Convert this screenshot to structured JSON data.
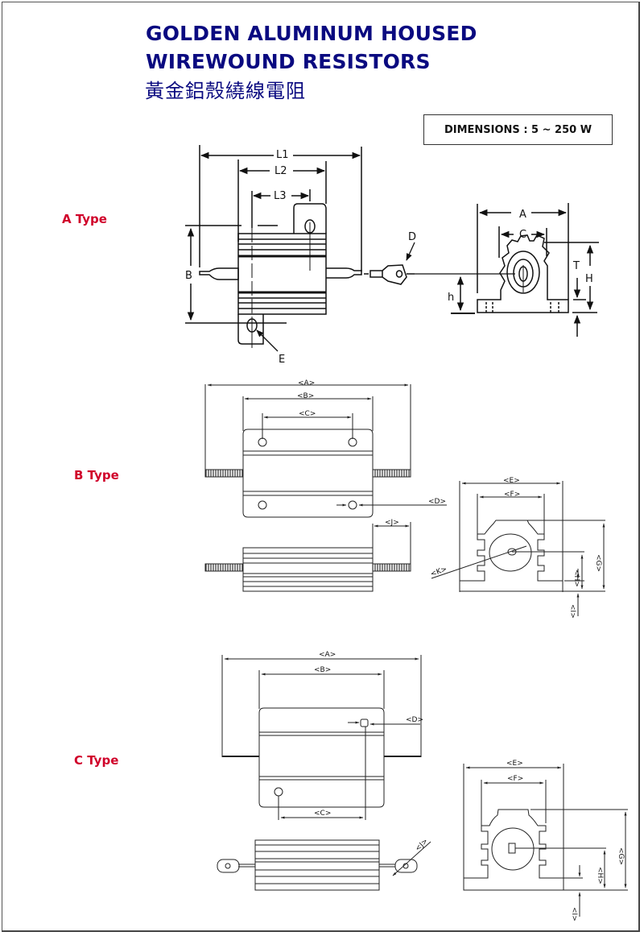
{
  "header": {
    "title_line1": "GOLDEN ALUMINUM HOUSED",
    "title_line2": "WIREWOUND RESISTORS",
    "subtitle_zh": "黃金鋁殼繞線電阻",
    "dimensions_note": "DIMENSIONS : 5 ~ 250 W"
  },
  "colors": {
    "title": "#0a0a80",
    "type_label": "#d0002a",
    "line": "#111111"
  },
  "types": [
    {
      "label": "A Type",
      "side_view_labels": {
        "L1": "L1",
        "L2": "L2",
        "L3": "L3",
        "B": "B",
        "D": "D",
        "E": "E"
      },
      "end_view_labels": {
        "A": "A",
        "C": "C",
        "T": "T",
        "H": "H",
        "h": "h"
      }
    },
    {
      "label": "B Type",
      "top_view_labels": {
        "A": "<A>",
        "B": "<B>",
        "C": "<C>",
        "D": "<D>"
      },
      "side_view_labels": {
        "J": "<J>",
        "K": "<K>"
      },
      "end_view_labels": {
        "E": "<E>",
        "F": "<F>",
        "G": "<G>",
        "H": "<H>",
        "I": "<I>",
        "K": "<K>"
      }
    },
    {
      "label": "C Type",
      "top_view_labels": {
        "A": "<A>",
        "B": "<B>",
        "C": "<C>",
        "D": "<D>"
      },
      "side_view_labels": {
        "J": "<J>"
      },
      "end_view_labels": {
        "E": "<E>",
        "F": "<F>",
        "G": "<G>",
        "H": "<H>",
        "I": "<I>"
      }
    }
  ]
}
